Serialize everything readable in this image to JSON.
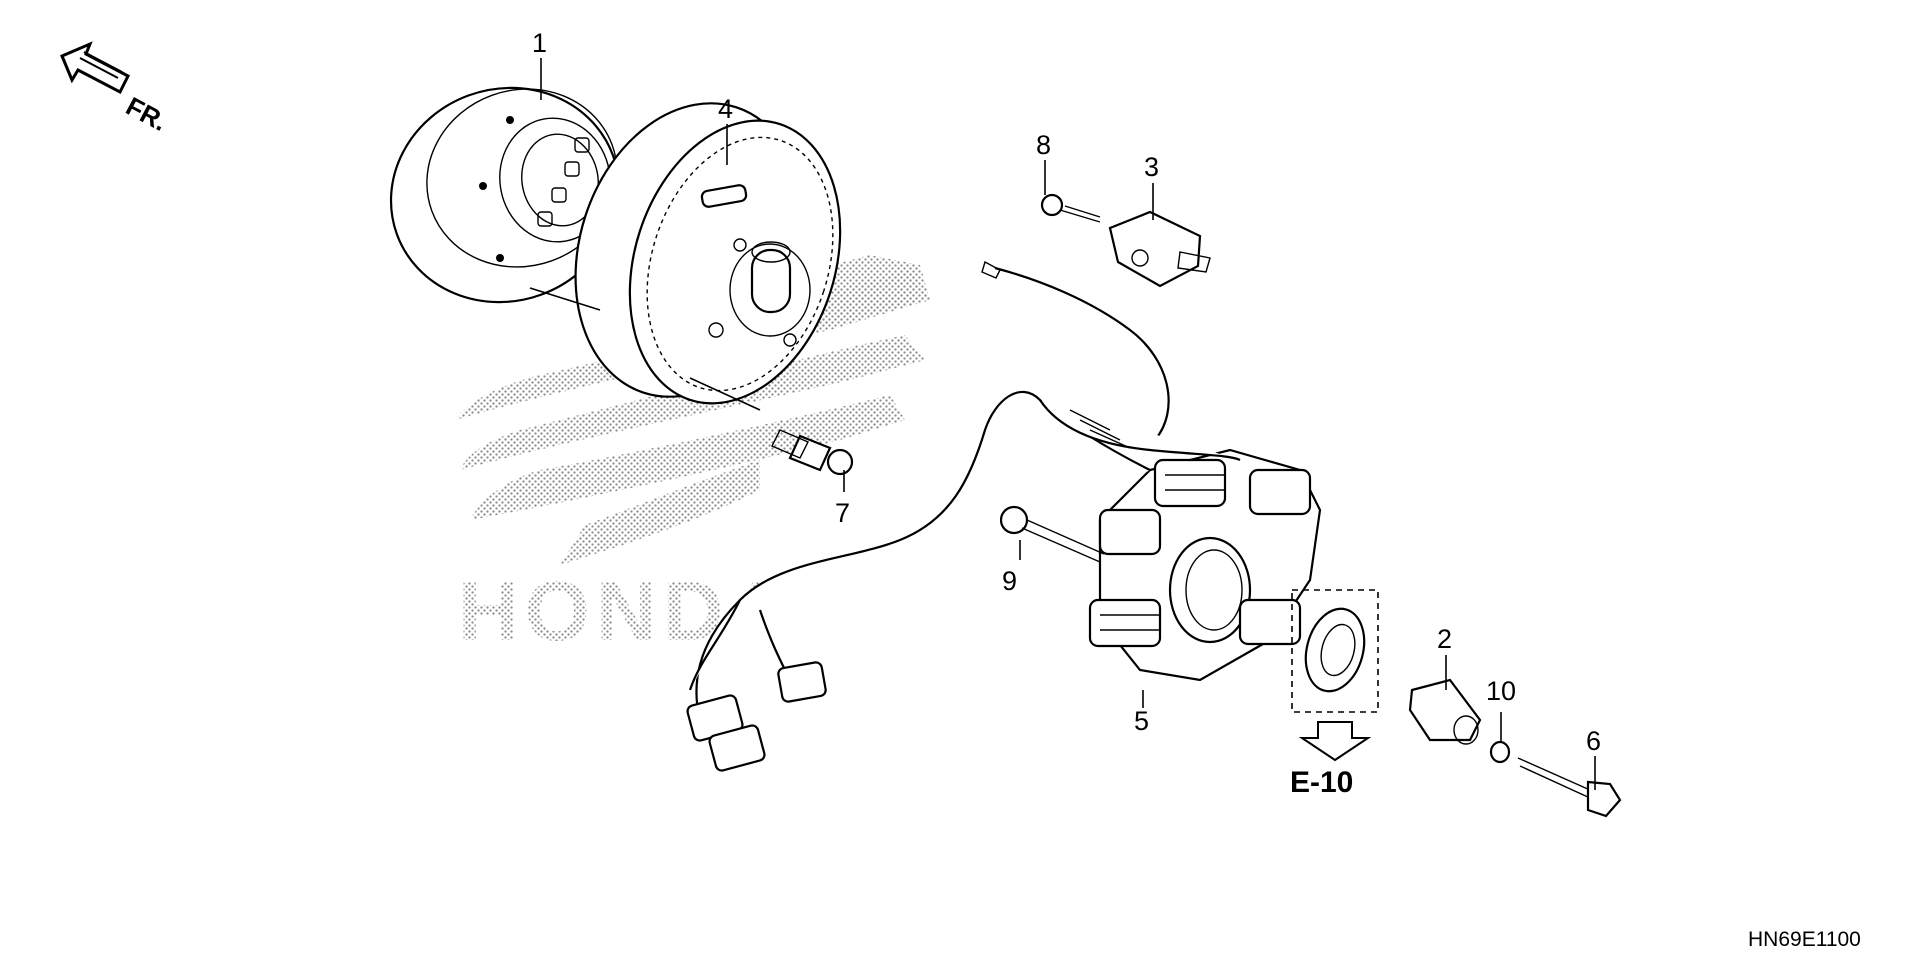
{
  "orientation": {
    "label": "FR."
  },
  "watermark": {
    "brand": "HONDA"
  },
  "callouts": [
    {
      "number": "1"
    },
    {
      "number": "2"
    },
    {
      "number": "3"
    },
    {
      "number": "4"
    },
    {
      "number": "5"
    },
    {
      "number": "6"
    },
    {
      "number": "7"
    },
    {
      "number": "8"
    },
    {
      "number": "9"
    },
    {
      "number": "10"
    }
  ],
  "reference": {
    "label": "E-10"
  },
  "diagram_code": "HN69E1100"
}
